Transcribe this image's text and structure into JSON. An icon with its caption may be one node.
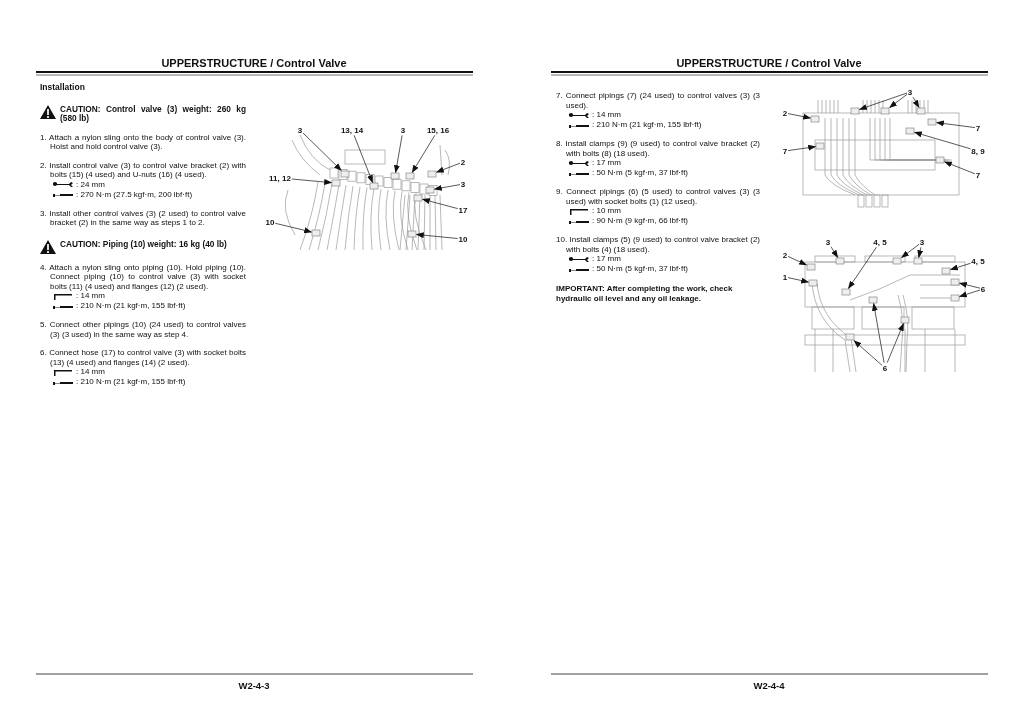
{
  "diagram": {
    "nodes": [
      {
        "text": [
          "3"
        ]
      },
      {
        "text": [
          "13, 14"
        ]
      },
      {
        "text": [
          "3"
        ]
      },
      {
        "text": [
          "15, 16"
        ]
      },
      {
        "text": [
          "2"
        ]
      },
      {
        "text": [
          "11, 12"
        ]
      },
      {
        "text": [
          "3"
        ]
      },
      {
        "text": [
          "17"
        ]
      },
      {
        "text": [
          "10"
        ]
      },
      {
        "text": [
          "10"
        ]
      },
      {
        "text": [
          "3"
        ]
      },
      {
        "text": [
          "2"
        ]
      },
      {
        "text": [
          "7"
        ]
      },
      {
        "text": [
          "7"
        ]
      },
      {
        "text": [
          "8, 9"
        ]
      },
      {
        "text": [
          "7"
        ]
      },
      {
        "text": [
          "3"
        ]
      },
      {
        "text": [
          "4, 5"
        ]
      },
      {
        "text": [
          "3"
        ]
      },
      {
        "text": [
          "2"
        ]
      },
      {
        "text": [
          "4, 5"
        ]
      },
      {
        "text": [
          "1"
        ]
      },
      {
        "text": [
          "6"
        ]
      },
      {
        "text": [
          "6"
        ]
      },
      {
        "text": [],
        "shape": "box"
      },
      {
        "text": [],
        "shape": "box"
      },
      {
        "text": [],
        "shape": "box"
      },
      {
        "text": [],
        "shape": "box"
      },
      {
        "text": [],
        "shape": "box"
      },
      {
        "text": [],
        "shape": "box"
      },
      {
        "text": [],
        "shape": "box"
      },
      {
        "text": [],
        "shape": "box"
      },
      {
        "text": [],
        "shape": "box"
      },
      {
        "text": [],
        "shape": "box"
      },
      {
        "text": [],
        "shape": "box"
      },
      {
        "text": [],
        "shape": "box"
      },
      {
        "text": [],
        "shape": "box"
      },
      {
        "text": [],
        "shape": "box"
      },
      {
        "text": [],
        "shape": "box"
      },
      {
        "text": [],
        "shape": "box"
      },
      {
        "text": [],
        "shape": "box"
      },
      {
        "text": [],
        "shape": "box"
      },
      {
        "text": [],
        "shape": "box"
      },
      {
        "text": [],
        "shape": "box"
      },
      {
        "text": [],
        "shape": "box"
      },
      {
        "text": [],
        "shape": "box"
      },
      {
        "text": [],
        "shape": "box"
      },
      {
        "text": [],
        "shape": "box"
      },
      {
        "text": [],
        "shape": "box"
      },
      {
        "text": [],
        "shape": "box"
      },
      {
        "text": [],
        "shape": "box"
      },
      {
        "text": [],
        "shape": "box"
      },
      {
        "text": [],
        "shape": "box"
      },
      {
        "text": [],
        "shape": "box"
      }
    ],
    "edges": [
      {
        "from": 0,
        "to": 24,
        "arrow": "to"
      },
      {
        "from": 1,
        "to": 25,
        "arrow": "to"
      },
      {
        "from": 2,
        "to": 26,
        "arrow": "to"
      },
      {
        "from": 3,
        "to": 27,
        "arrow": "to"
      },
      {
        "from": 4,
        "to": 28,
        "arrow": "to"
      },
      {
        "from": 5,
        "to": 29,
        "arrow": "to"
      },
      {
        "from": 6,
        "to": 30,
        "arrow": "to"
      },
      {
        "from": 7,
        "to": 31,
        "arrow": "to"
      },
      {
        "from": 8,
        "to": 32,
        "arrow": "to"
      },
      {
        "from": 9,
        "to": 33,
        "arrow": "to"
      },
      {
        "from": 10,
        "to": 34,
        "arrow": "to"
      },
      {
        "from": 10,
        "to": 35,
        "arrow": "to"
      },
      {
        "from": 10,
        "to": 36,
        "arrow": "to"
      },
      {
        "from": 11,
        "to": 37,
        "arrow": "to"
      },
      {
        "from": 12,
        "to": 38,
        "arrow": "to"
      },
      {
        "from": 13,
        "to": 39,
        "arrow": "to"
      },
      {
        "from": 14,
        "to": 40,
        "arrow": "to"
      },
      {
        "from": 15,
        "to": 41,
        "arrow": "to"
      },
      {
        "from": 16,
        "to": 42,
        "arrow": "to"
      },
      {
        "from": 17,
        "to": 43,
        "arrow": "to"
      },
      {
        "from": 18,
        "to": 44,
        "arrow": "to"
      },
      {
        "from": 18,
        "to": 45,
        "arrow": "to"
      },
      {
        "from": 19,
        "to": 46,
        "arrow": "to"
      },
      {
        "from": 20,
        "to": 47,
        "arrow": "to"
      },
      {
        "from": 21,
        "to": 48,
        "arrow": "to"
      },
      {
        "from": 22,
        "to": 49,
        "arrow": "to"
      },
      {
        "from": 22,
        "to": 50,
        "arrow": "to"
      },
      {
        "from": 23,
        "to": 51,
        "arrow": "to"
      },
      {
        "from": 23,
        "to": 52,
        "arrow": "to"
      },
      {
        "from": 23,
        "to": 53,
        "arrow": "to"
      }
    ],
    "labels": [
      "UPPERSTRUCTURE / Control Valve",
      "Installation",
      "CAUTION: Control valve (3) weight: 260 kg (580 lb)",
      "1. Attach a nylon sling onto the body of control valve (3). Hoist and hold control valve (3).",
      "2. Install control valve (3) to control valve bracket (2) with bolts (15) (4 used) and U-nuts (16) (4 used).",
      ": 24 mm",
      ": 270 N·m (27.5 kgf·m, 200 lbf·ft)",
      "3. Install other control valves (3) (2 used) to control valve bracket (2) in the same way as steps 1 to 2.",
      "CAUTION: Piping (10) weight: 16 kg (40 lb)",
      "4. Attach a nylon sling onto piping (10). Hold piping (10). Connect piping (10) to control valve (3) with socket bolts (11) (4 used) and flanges (12) (2 used).",
      ": 14 mm",
      ": 210 N·m (21 kgf·m, 155 lbf·ft)",
      "5. Connect other pipings (10) (24 used) to control valves (3) (3 used) in the same way as step 4.",
      "6. Connect hose (17) to control valve (3) with socket bolts (13) (4 used) and flanges (14) (2 used).",
      ": 14 mm",
      ": 210 N·m (21 kgf·m, 155 lbf·ft)",
      "W2-4-3",
      "UPPERSTRUCTURE / Control Valve",
      "7. Connect pipings (7) (24 used) to control valves (3) (3 used).",
      ": 14 mm",
      ": 210 N·m (21 kgf·m, 155 lbf·ft)",
      "8. Install clamps (9) (9 used) to control valve bracket (2) with bolts (8) (18 used).",
      ": 17 mm",
      ": 50 N·m (5 kgf·m, 37 lbf·ft)",
      "9. Connect pipings (6) (5 used) to control valves (3) (3 used) with socket bolts (1) (12 used).",
      ": 10 mm",
      ": 90 N·m (9 kgf·m, 66 lbf·ft)",
      "10. Install clamps (5) (9 used) to control valve bracket (2) with bolts (4) (18 used).",
      ": 17 mm",
      ": 50 N·m (5 kgf·m, 37 lbf·ft)",
      "IMPORTANT: After completing the work, check hydraulic oil level and any oil leakage.",
      "W2-4-4"
    ]
  }
}
